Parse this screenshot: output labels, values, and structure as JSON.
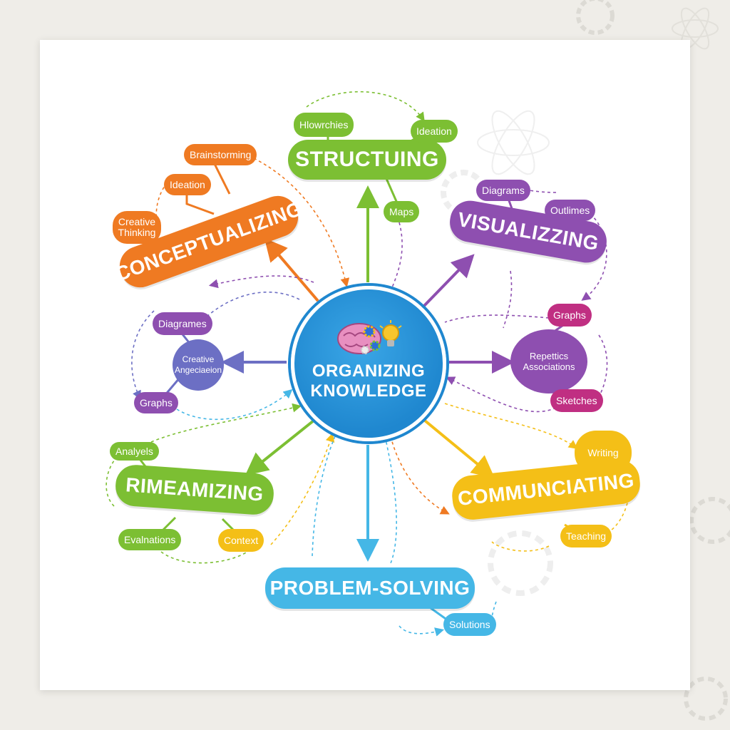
{
  "center": {
    "title_line1": "ORGANIZING",
    "title_line2": "KNOWLEDGE",
    "icon": "brain-gears-lightbulb-icon"
  },
  "main_nodes": {
    "structuring": "STRUCTUING",
    "conceptualizing": "CONCEPTUALIZING",
    "visualizing": "VISUALIZZING",
    "rimeamizing": "RIMEAMIZING",
    "communicating": "COMMUNCIATING",
    "problem_solving": "PROBLEM-SOLVING"
  },
  "sub_nodes": {
    "hlowrchies": "Hlowrchies",
    "ideation_top": "Ideation",
    "maps": "Maps",
    "brainstorming": "Brainstorming",
    "ideation_left": "Ideation",
    "creative_thinking": "Creative Thinking",
    "diagrams_right": "Diagrams",
    "outlines": "Outlimes",
    "graphs_right": "Graphs",
    "repetitics_associations": "Repettics Associations",
    "sketches": "Sketches",
    "diagrames_left": "Diagrames",
    "creative_aspect": "Creative Angeciaeion",
    "graphs_left": "Graphs",
    "analyels": "Analyels",
    "evalnations": "Evalnations",
    "context": "Context",
    "writing": "Writing",
    "teaching": "Teaching",
    "solutions": "Solutions"
  },
  "colors": {
    "orange": "#ef7a22",
    "green": "#7cbf33",
    "purple": "#8e4fb0",
    "yellow": "#f4bf17",
    "blue": "#45b7e6",
    "hub_blue": "#1f87cf",
    "indigo": "#6c6fc4",
    "magenta": "#c02f82"
  }
}
